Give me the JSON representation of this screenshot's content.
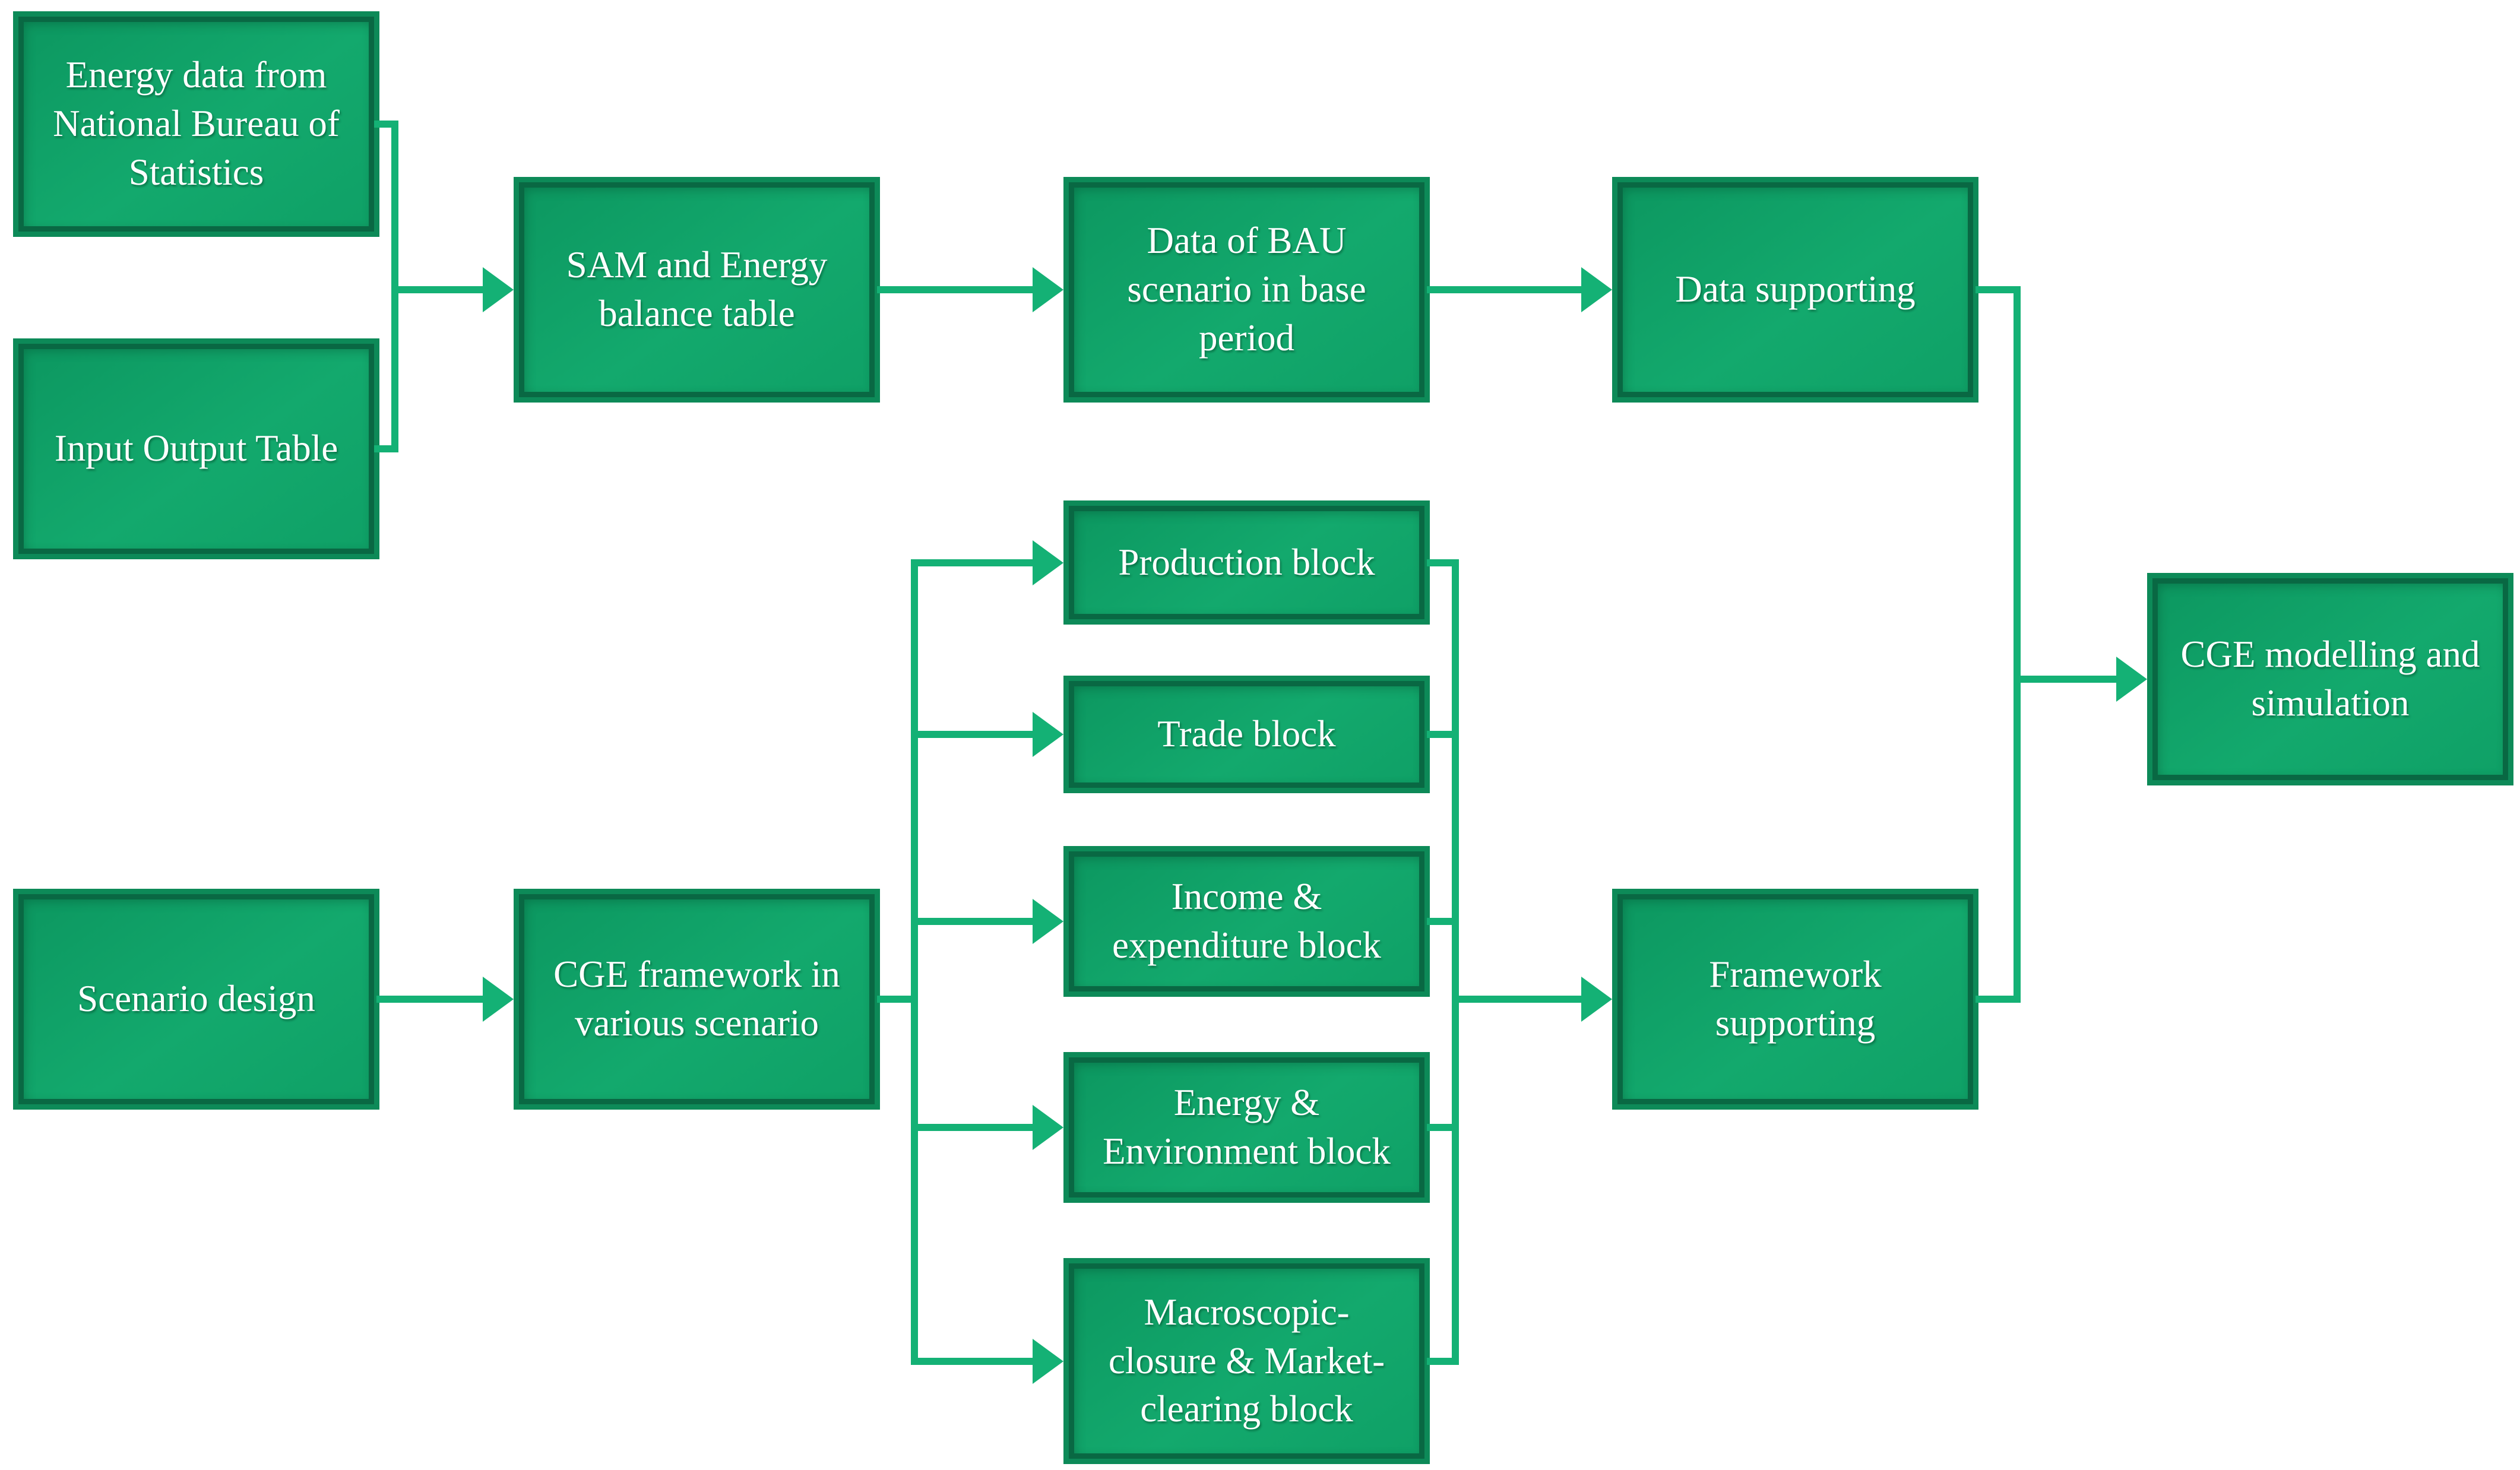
{
  "diagram": {
    "type": "flowchart",
    "colors": {
      "box_fill": "#10a268",
      "box_border": "#0d8a58",
      "box_border_inner": "#096843",
      "connector": "#14b175",
      "text": "#ffffff",
      "background": "#ffffff"
    },
    "nodes": {
      "energy_data": {
        "label": "Energy data from National Bureau of Statistics"
      },
      "input_output": {
        "label": "Input Output Table"
      },
      "sam": {
        "label": "SAM and Energy balance table"
      },
      "bau": {
        "label": "Data of BAU scenario in base period"
      },
      "data_supporting": {
        "label": "Data supporting"
      },
      "production": {
        "label": "Production block"
      },
      "trade": {
        "label": "Trade block"
      },
      "income_expenditure": {
        "label": "Income & expenditure block"
      },
      "energy_environment": {
        "label": "Energy & Environment block"
      },
      "macroscopic": {
        "label": "Macroscopic-closure & Market-clearing block"
      },
      "scenario_design": {
        "label": "Scenario design"
      },
      "cge_framework": {
        "label": "CGE framework in various scenario"
      },
      "framework_supporting": {
        "label": "Framework supporting"
      },
      "cge_modelling": {
        "label": "CGE modelling and simulation"
      }
    },
    "edges": [
      {
        "from": "energy_data",
        "to": "sam"
      },
      {
        "from": "input_output",
        "to": "sam"
      },
      {
        "from": "sam",
        "to": "bau"
      },
      {
        "from": "bau",
        "to": "data_supporting"
      },
      {
        "from": "data_supporting",
        "to": "cge_modelling"
      },
      {
        "from": "scenario_design",
        "to": "cge_framework"
      },
      {
        "from": "cge_framework",
        "to": "production"
      },
      {
        "from": "cge_framework",
        "to": "trade"
      },
      {
        "from": "cge_framework",
        "to": "income_expenditure"
      },
      {
        "from": "cge_framework",
        "to": "energy_environment"
      },
      {
        "from": "cge_framework",
        "to": "macroscopic"
      },
      {
        "from": "production",
        "to": "framework_supporting"
      },
      {
        "from": "trade",
        "to": "framework_supporting"
      },
      {
        "from": "income_expenditure",
        "to": "framework_supporting"
      },
      {
        "from": "energy_environment",
        "to": "framework_supporting"
      },
      {
        "from": "macroscopic",
        "to": "framework_supporting"
      },
      {
        "from": "framework_supporting",
        "to": "cge_modelling"
      }
    ]
  }
}
